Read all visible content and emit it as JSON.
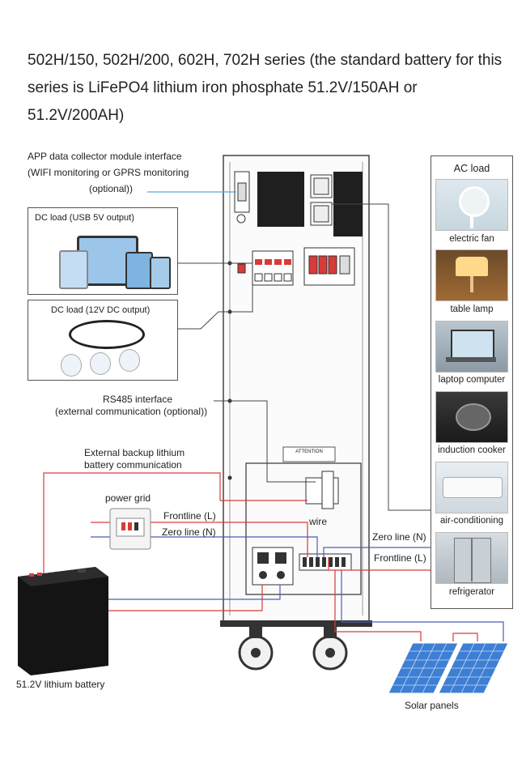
{
  "title": "502H/150, 502H/200, 602H, 702H series (the standard battery for this series is LiFePO4 lithium iron phosphate 51.2V/150AH or 51.2V/200AH)",
  "labels": {
    "app_module_line1": "APP data collector module interface",
    "app_module_line2": "(WIFI monitoring or GPRS monitoring",
    "app_module_line3": "(optional))",
    "dc_usb": "DC load (USB 5V output)",
    "dc_12v": "DC load (12V DC output)",
    "rs485_line1": "RS485 interface",
    "rs485_line2": "(external communication (optional))",
    "ext_batt_line1": "External backup lithium",
    "ext_batt_line2": "battery communication",
    "power_grid": "power grid",
    "frontline_left": "Frontline (L)",
    "zero_left": "Zero line (N)",
    "wire": "wire",
    "zero_right": "Zero line (N)",
    "frontline_right": "Frontline (L)",
    "battery": "51.2V lithium battery",
    "solar": "Solar panels",
    "attention": "ATTENTION"
  },
  "ac_load": {
    "header": "AC load",
    "items": [
      {
        "label": "electric fan",
        "icon": "fan-icon"
      },
      {
        "label": "table lamp",
        "icon": "lamp-icon"
      },
      {
        "label": "laptop computer",
        "icon": "laptop-icon"
      },
      {
        "label": "induction cooker",
        "icon": "cooker-icon"
      },
      {
        "label": "air-conditioning",
        "icon": "aircon-icon"
      },
      {
        "label": "refrigerator",
        "icon": "fridge-icon"
      }
    ]
  },
  "colors": {
    "live_wire": "#d93a3a",
    "neutral_wire": "#4a5fb5",
    "cyan_wire": "#5aa9d6",
    "line": "#444444"
  }
}
